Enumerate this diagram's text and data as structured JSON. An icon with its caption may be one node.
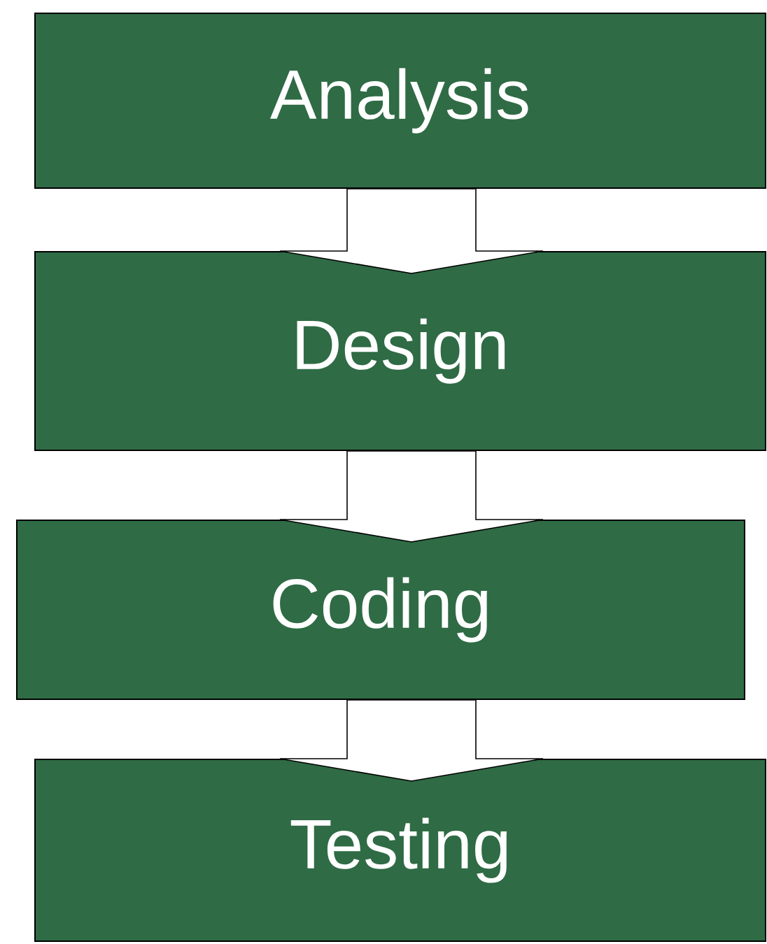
{
  "diagram": {
    "nodes": [
      {
        "text": [
          "Analysis"
        ]
      },
      {
        "text": [
          "Design"
        ]
      },
      {
        "text": [
          "Coding"
        ]
      },
      {
        "text": [
          "Testing"
        ]
      }
    ],
    "edges": [
      {
        "from": 0,
        "to": 1,
        "arrow": "to"
      },
      {
        "from": 1,
        "to": 2,
        "arrow": "to"
      },
      {
        "from": 2,
        "to": 3,
        "arrow": "to"
      }
    ]
  }
}
